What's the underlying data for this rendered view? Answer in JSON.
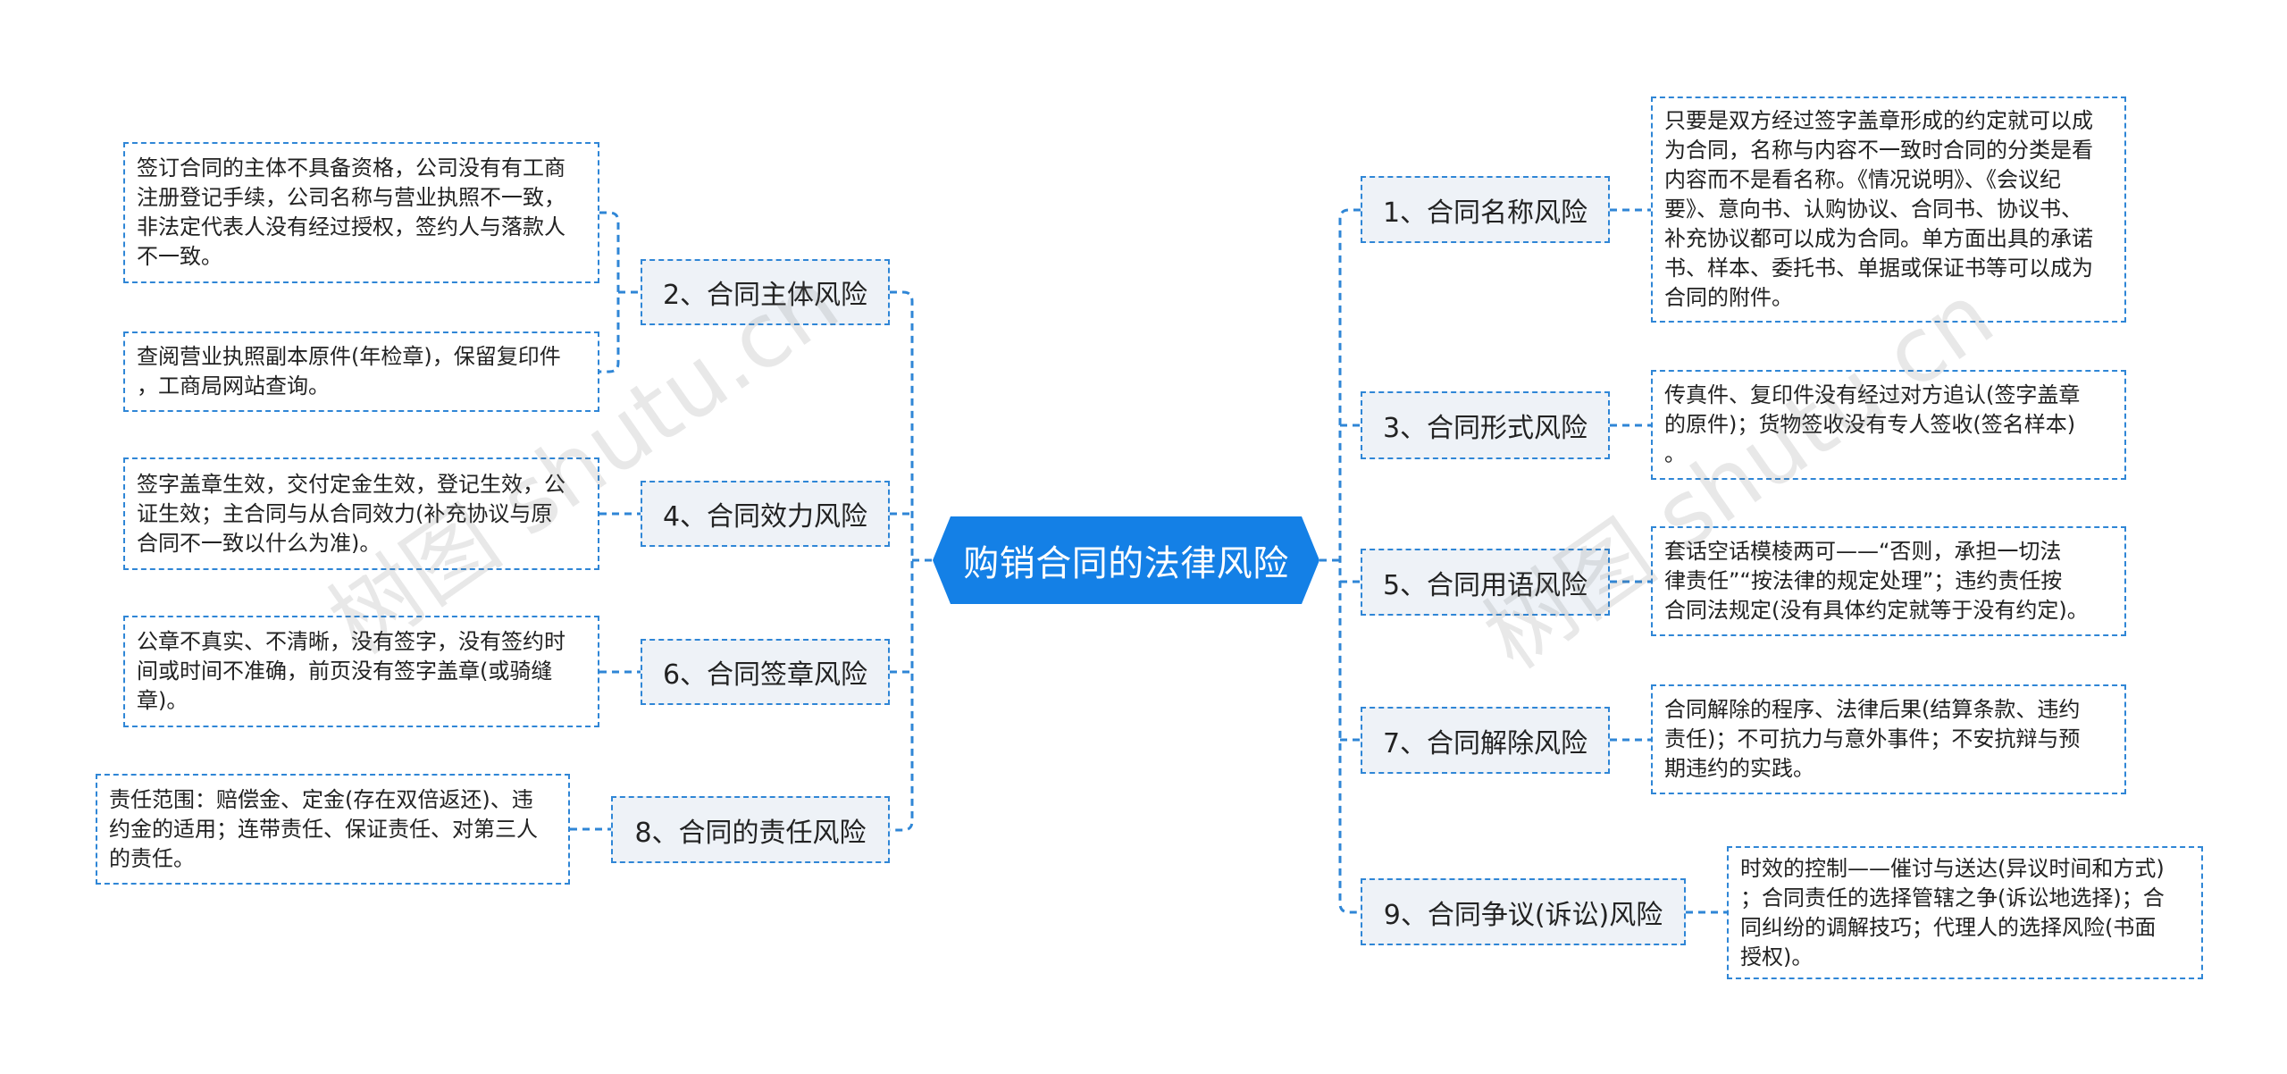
{
  "watermark": "树图 shutu.cn",
  "colors": {
    "accent": "#1480e6",
    "line": "#2f86d6",
    "node_fill": "#eef2f7",
    "text": "#222222"
  },
  "root": {
    "label": "购销合同的法律风险"
  },
  "left": {
    "b2": {
      "label": "2、合同主体风险",
      "notes": [
        "签订合同的主体不具备资格，公司没有有工商\n注册登记手续，公司名称与营业执照不一致，\n非法定代表人没有经过授权，签约人与落款人\n不一致。",
        "查阅营业执照副本原件(年检章)，保留复印件\n，工商局网站查询。"
      ]
    },
    "b4": {
      "label": "4、合同效力风险",
      "note": "签字盖章生效，交付定金生效，登记生效，公\n证生效；主合同与从合同效力(补充协议与原\n合同不一致以什么为准)。"
    },
    "b6": {
      "label": "6、合同签章风险",
      "note": "公章不真实、不清晰，没有签字，没有签约时\n间或时间不准确，前页没有签字盖章(或骑缝\n章)。"
    },
    "b8": {
      "label": "8、合同的责任风险",
      "note": "责任范围：赔偿金、定金(存在双倍返还)、违\n约金的适用；连带责任、保证责任、对第三人\n的责任。"
    }
  },
  "right": {
    "b1": {
      "label": "1、合同名称风险",
      "note": "只要是双方经过签字盖章形成的约定就可以成\n为合同，名称与内容不一致时合同的分类是看\n内容而不是看名称。《情况说明》、《会议纪\n要》、意向书、认购协议、合同书、协议书、\n补充协议都可以成为合同。单方面出具的承诺\n书、样本、委托书、单据或保证书等可以成为\n合同的附件。"
    },
    "b3": {
      "label": "3、合同形式风险",
      "note": "传真件、复印件没有经过对方追认(签字盖章\n的原件)；货物签收没有专人签收(签名样本)\n。"
    },
    "b5": {
      "label": "5、合同用语风险",
      "note": "套话空话模棱两可——“否则，承担一切法\n律责任”“按法律的规定处理”；违约责任按\n合同法规定(没有具体约定就等于没有约定)。"
    },
    "b7": {
      "label": "7、合同解除风险",
      "note": "合同解除的程序、法律后果(结算条款、违约\n责任)；不可抗力与意外事件；不安抗辩与预\n期违约的实践。"
    },
    "b9": {
      "label": "9、合同争议(诉讼)风险",
      "note": "时效的控制——催讨与送达(异议时间和方式)\n；合同责任的选择管辖之争(诉讼地选择)；合\n同纠纷的调解技巧；代理人的选择风险(书面\n授权)。"
    }
  }
}
